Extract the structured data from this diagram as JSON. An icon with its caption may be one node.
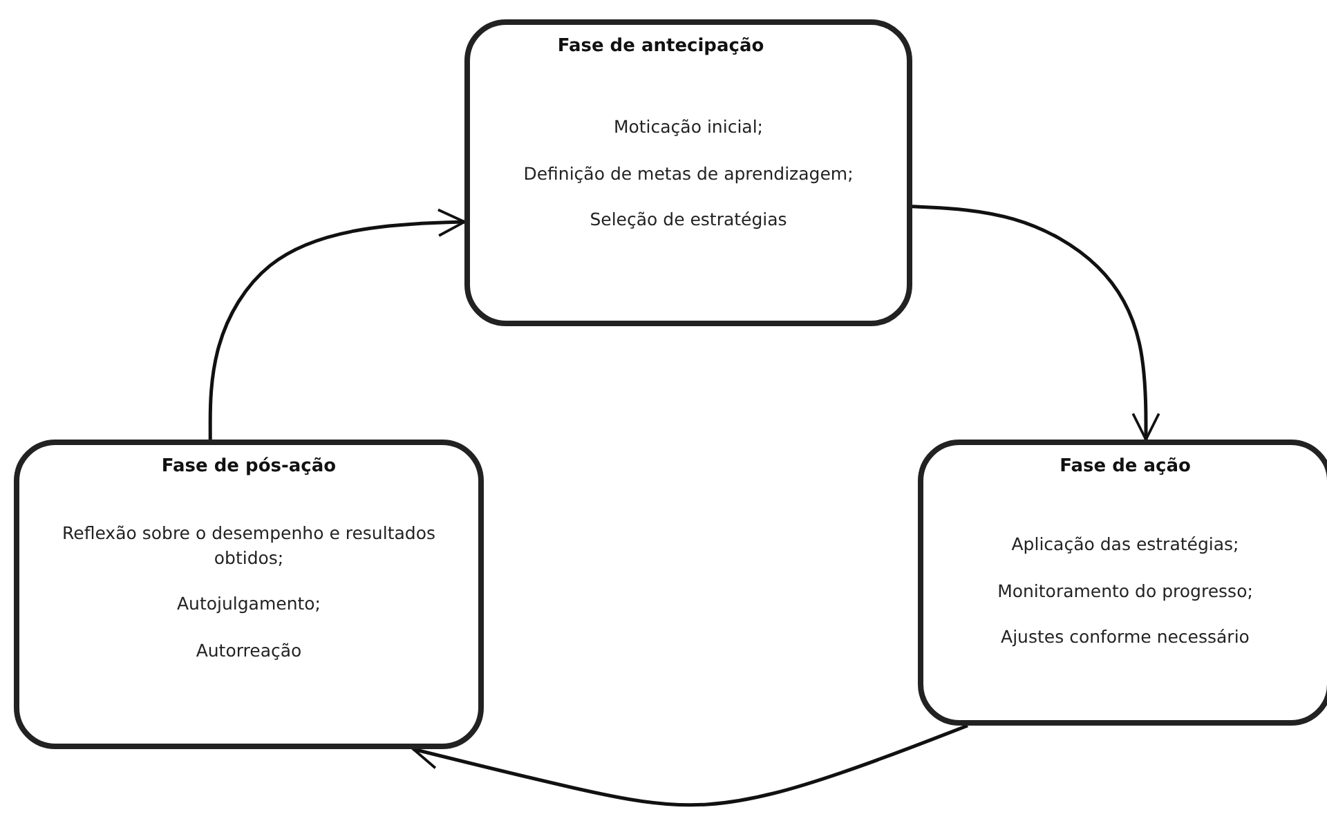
{
  "diagram": {
    "nodes": [
      {
        "text": [
          "Fase de antecipação",
          "Moticação inicial;",
          "Definição de metas de aprendizagem;",
          "Seleção de estratégias"
        ]
      },
      {
        "text": [
          "Fase de ação",
          "Aplicação das estratégias;",
          "Monitoramento do progresso;",
          "Ajustes conforme necessário"
        ]
      },
      {
        "text": [
          "Fase de pós-ação",
          "Reflexão sobre  o desempenho e resultados obtidos;",
          "Autojulgamento;",
          "Autorreação"
        ]
      }
    ],
    "edges": [
      {
        "from": 0,
        "to": 1,
        "arrow": "to"
      },
      {
        "from": 1,
        "to": 2,
        "arrow": "to"
      },
      {
        "from": 2,
        "to": 0,
        "arrow": "to"
      }
    ]
  }
}
